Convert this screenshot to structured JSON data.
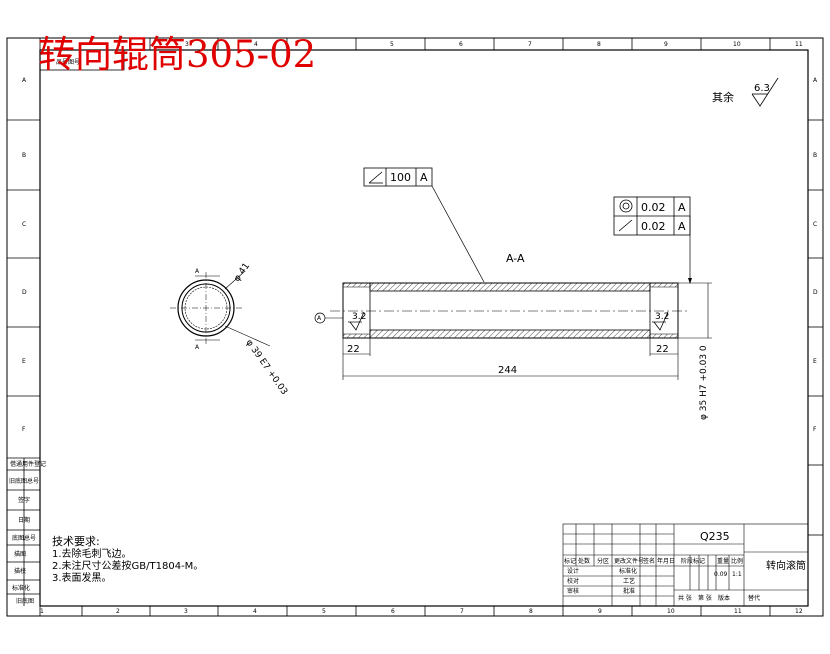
{
  "overlay_title": "转向辊筒305-02",
  "border": {
    "col_numbers": [
      "1",
      "2",
      "3",
      "4",
      "5",
      "6",
      "7",
      "8",
      "9",
      "10",
      "11",
      "12"
    ],
    "row_letters": [
      "A",
      "B",
      "C",
      "D",
      "E",
      "F"
    ]
  },
  "top_left_box": "品号图号",
  "surface_rest": {
    "label": "其余",
    "value": "6.3"
  },
  "section_label": "A-A",
  "datum": "A",
  "tolerances": {
    "perpendicularity": {
      "value": "100",
      "datum": "A"
    },
    "concentricity": {
      "value": "0.02",
      "datum": "A"
    },
    "runout": {
      "value": "0.02",
      "datum": "A"
    }
  },
  "roughness_left": "3.2",
  "roughness_right": "3.2",
  "dims": {
    "left_end": "22",
    "right_end": "22",
    "length": "244",
    "outer_dia": "φ 41",
    "inner_dia": "φ 39 E7 +0.03",
    "bore_dia": "φ 35 H7 +0.03 0",
    "section_mark": "A"
  },
  "tech_requirements": {
    "heading": "技术要求:",
    "lines": [
      "1.去除毛刺飞边。",
      "2.未注尺寸公差按GB/T1804-M。",
      "3.表面发黑。"
    ]
  },
  "side_stamp": [
    "借通用件登记",
    "旧底图总号",
    "签字",
    "日期",
    "底图总号",
    "描图",
    "描校",
    "标准化",
    "旧底图"
  ],
  "title_block": {
    "material": "Q235",
    "part_name": "转向滚筒",
    "row_labels": [
      "标记",
      "处数",
      "分区",
      "更改文件号",
      "签名",
      "年月日"
    ],
    "left_labels": [
      "设计",
      "校对",
      "审核",
      "工艺",
      "标准化",
      "批准"
    ],
    "stage_labels": [
      "阶段标记",
      "重量",
      "比例"
    ],
    "weight": "0.09",
    "scale": "1:1",
    "sheet_info": [
      "共 张",
      "第 张",
      "版本",
      "替代"
    ]
  }
}
